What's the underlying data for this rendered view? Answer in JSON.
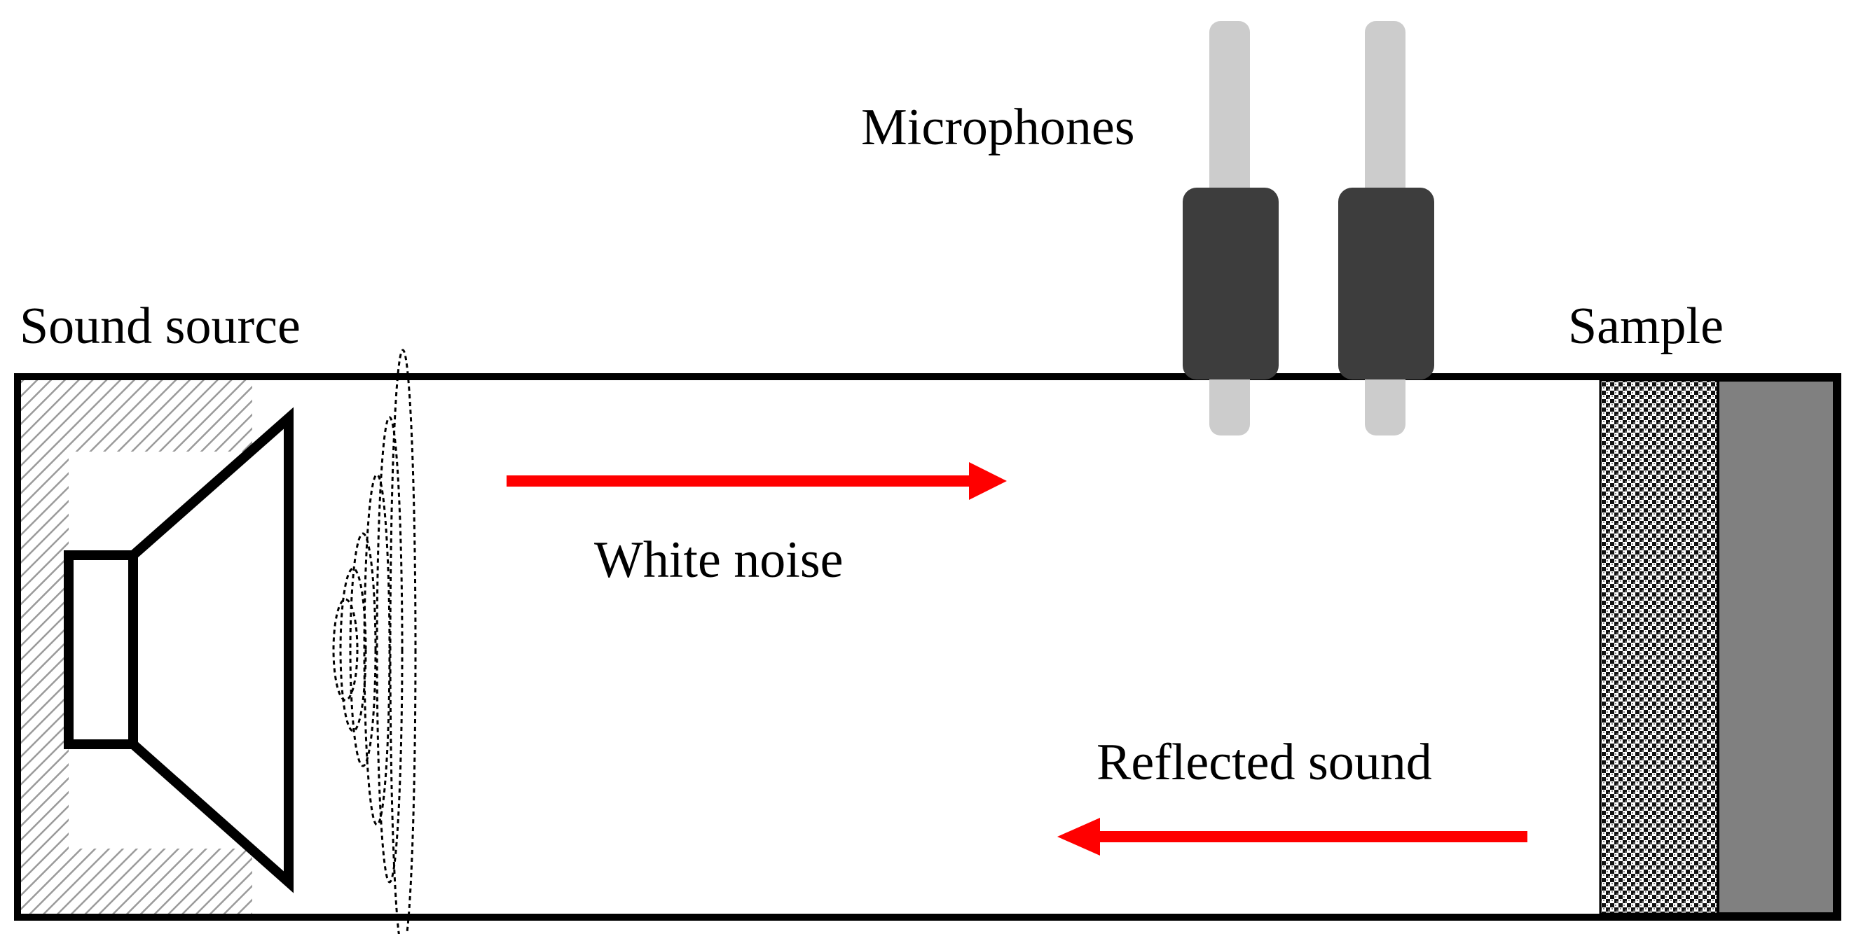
{
  "labels": {
    "sound_source": "Sound source",
    "microphones": "Microphones",
    "sample": "Sample",
    "white_noise": "White noise",
    "reflected_sound": "Reflected sound"
  },
  "colors": {
    "tube_outline": "#000000",
    "arrow": "#ff0000",
    "microphone_body": "#3d3d3d",
    "microphone_rod": "#cccccc",
    "backing_plate": "#808080",
    "hatch": "#9a9a9a"
  },
  "icons": {
    "speaker": "speaker-icon",
    "sound_waves": "sound-waves-icon"
  }
}
